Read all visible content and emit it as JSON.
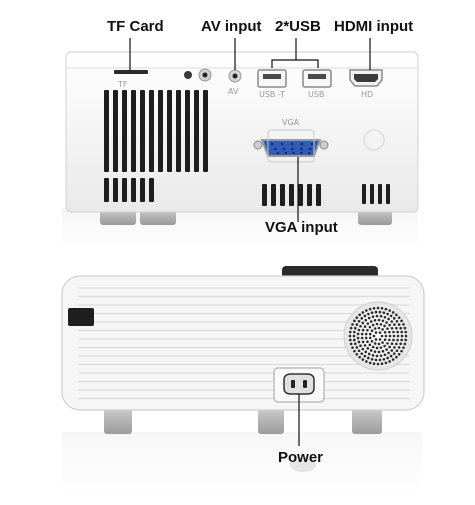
{
  "callouts": {
    "tf_card": "TF Card",
    "av_input": "AV input",
    "usb": "2*USB",
    "hdmi_input": "HDMI input",
    "vga_input": "VGA input",
    "power": "Power"
  },
  "port_labels": {
    "tf": "TF",
    "av": "AV",
    "usb_t": "USB -T",
    "usb": "USB",
    "hd": "HD",
    "vga": "VGA"
  },
  "colors": {
    "body": "#f4f4f4",
    "vents": "#1e1e1e",
    "vga_connector": "#2e5cb8",
    "callout_line": "#111111"
  }
}
